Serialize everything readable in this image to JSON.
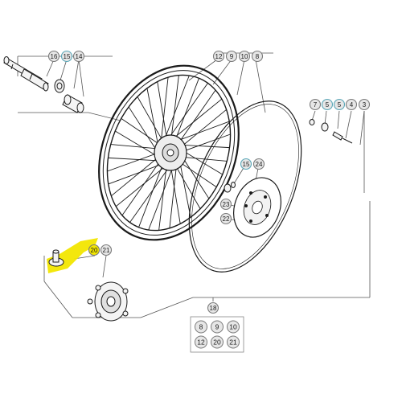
{
  "callouts": {
    "c16": "16",
    "c15a": "15",
    "c14": "14",
    "c12a": "12",
    "c9a": "9",
    "c10a": "10",
    "c8": "8",
    "c7": "7",
    "c5a": "5",
    "c5b": "5",
    "c4": "4",
    "c3": "3",
    "c15b": "15",
    "c24": "24",
    "c23": "23",
    "c22": "22",
    "c20": "20",
    "c21": "21",
    "c18": "18"
  },
  "kit": {
    "row1": [
      "8",
      "9",
      "10"
    ],
    "row2": [
      "12",
      "20",
      "21"
    ]
  },
  "colors": {
    "line": "#1a1a1a",
    "callout_border": "#7a7a7a",
    "callout_teal": "#5aa7b8",
    "callout_fill": "#e6e6e6",
    "highlight": "#f2e600"
  }
}
